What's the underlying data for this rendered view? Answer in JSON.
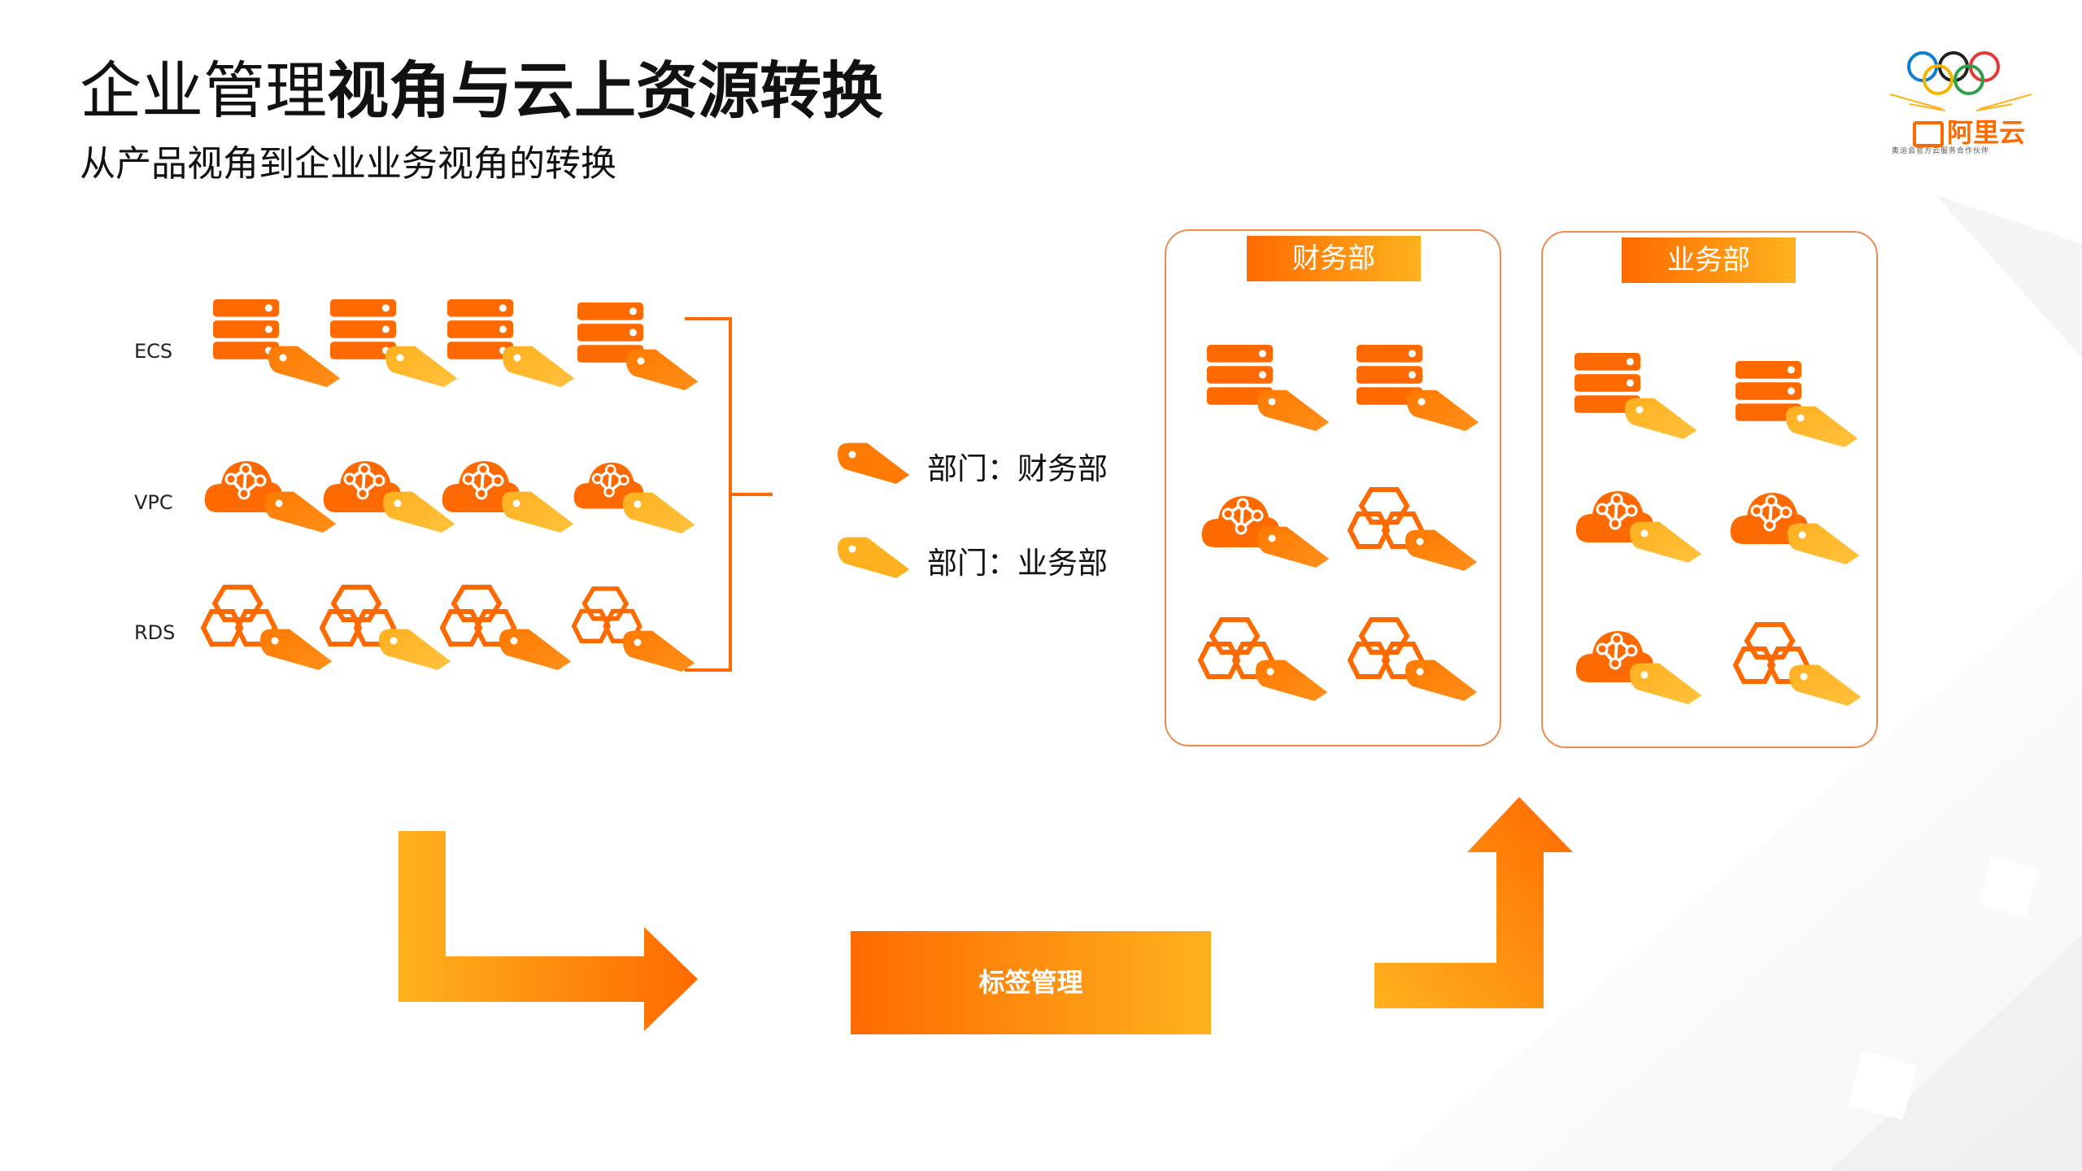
{
  "header": {
    "title_regular": "企业管理",
    "title_bold": "视角与云上资源转换",
    "subtitle": "从产品视角到企业业务视角的转换"
  },
  "logo": {
    "brand": "阿里云",
    "slogan": "奥运会官方云服务合作伙伴",
    "icon": "olympic-rings-icon"
  },
  "resource_rows": [
    {
      "label": "ECS",
      "icon": "server-icon"
    },
    {
      "label": "VPC",
      "icon": "cloud-network-icon"
    },
    {
      "label": "RDS",
      "icon": "database-recycle-icon"
    }
  ],
  "legend": [
    {
      "text": "部门：财务部",
      "icon": "tag-icon",
      "color": "#ff7a00"
    },
    {
      "text": "部门：业务部",
      "icon": "tag-icon",
      "color": "#ffb01f"
    }
  ],
  "departments": [
    {
      "name": "财务部"
    },
    {
      "name": "业务部"
    }
  ],
  "process": {
    "tag_management": "标签管理"
  },
  "colors": {
    "orange": "#ff6a00",
    "dark_orange": "#ff7a00",
    "yellow": "#ffb21d",
    "box_border": "#ee8a55"
  }
}
